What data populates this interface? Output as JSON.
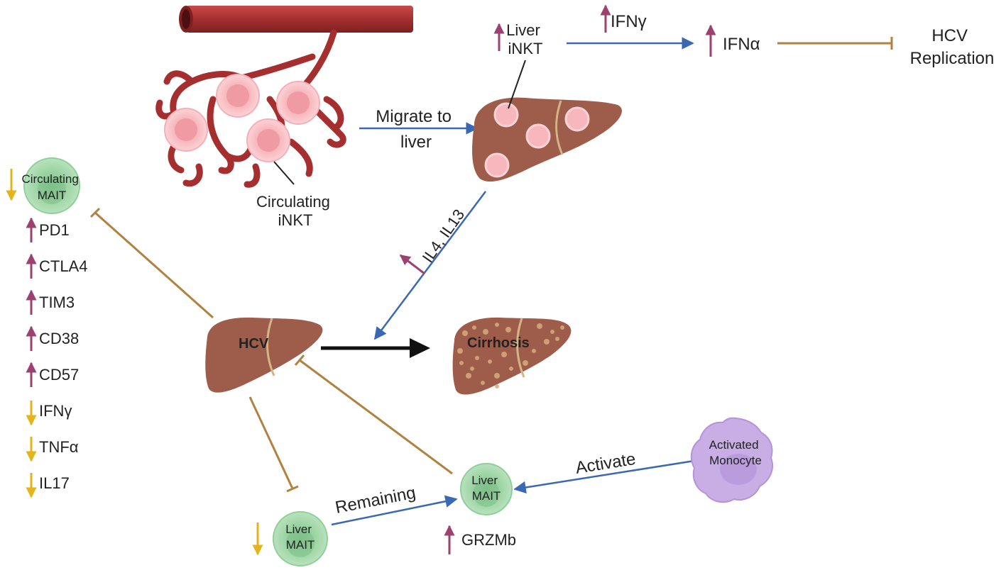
{
  "colors": {
    "arrow_blue": "#3a68b4",
    "inhibit_tan": "#b0823f",
    "up_arrow": "#9c4271",
    "down_arrow": "#e5b31a",
    "liver_fill": "#9d5d4a",
    "vessel": "#a52f2f",
    "mait_fill": "#9fd6a6",
    "monocyte_fill": "#c9aee5",
    "inkt_fill": "#f7b7bd"
  },
  "labels": {
    "migrate": [
      "Migrate to",
      "liver"
    ],
    "circulating_inkt": [
      "Circulating",
      "iNKT"
    ],
    "liver_inkt": [
      "Liver",
      "iNKT"
    ],
    "ifn_gamma_top": "IFNγ",
    "ifn_alpha": "IFNα",
    "hcv_replication": [
      "HCV",
      "Replication"
    ],
    "il4_il13": "IL4, IL13",
    "hcv": "HCV",
    "cirrhosis": "Cirrhosis",
    "circulating_mait": [
      "Circulating",
      "MAIT"
    ],
    "liver_mait_low": [
      "Liver",
      "MAIT"
    ],
    "liver_mait_remaining": [
      "Liver",
      "MAIT"
    ],
    "remaining": "Remaining",
    "activate": "Activate",
    "activated_monocyte": [
      "Activated",
      "Monocyte"
    ],
    "grzmb": "GRZMb"
  },
  "markers": [
    {
      "label": "PD1",
      "direction": "up"
    },
    {
      "label": "CTLA4",
      "direction": "up"
    },
    {
      "label": "TIM3",
      "direction": "up"
    },
    {
      "label": "CD38",
      "direction": "up"
    },
    {
      "label": "CD57",
      "direction": "up"
    },
    {
      "label": "IFNγ",
      "direction": "down"
    },
    {
      "label": "TNFα",
      "direction": "down"
    },
    {
      "label": "IL17",
      "direction": "down"
    }
  ]
}
